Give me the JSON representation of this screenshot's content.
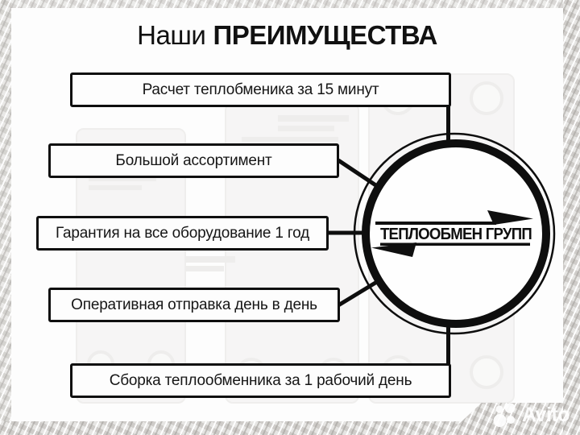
{
  "title": {
    "prefix": "Наши",
    "emphasis": "ПРЕИМУЩЕСТВА"
  },
  "advantages": [
    "Расчет теплобменика за 15 минут",
    "Большой ассортимент",
    "Гарантия на все оборудование 1 год",
    "Оперативная отправка день в день",
    "Сборка теплообменника за 1 рабочий день"
  ],
  "logo": {
    "name": "ТЕПЛООБМЕН ГРУПП"
  },
  "watermark": {
    "label": "Avito",
    "icon": "avito-circles-logo"
  },
  "colors": {
    "ink": "#141414",
    "line": "#0e0e0e",
    "paper": "#fdfdfd",
    "frame_base": "#d9d7d4"
  }
}
